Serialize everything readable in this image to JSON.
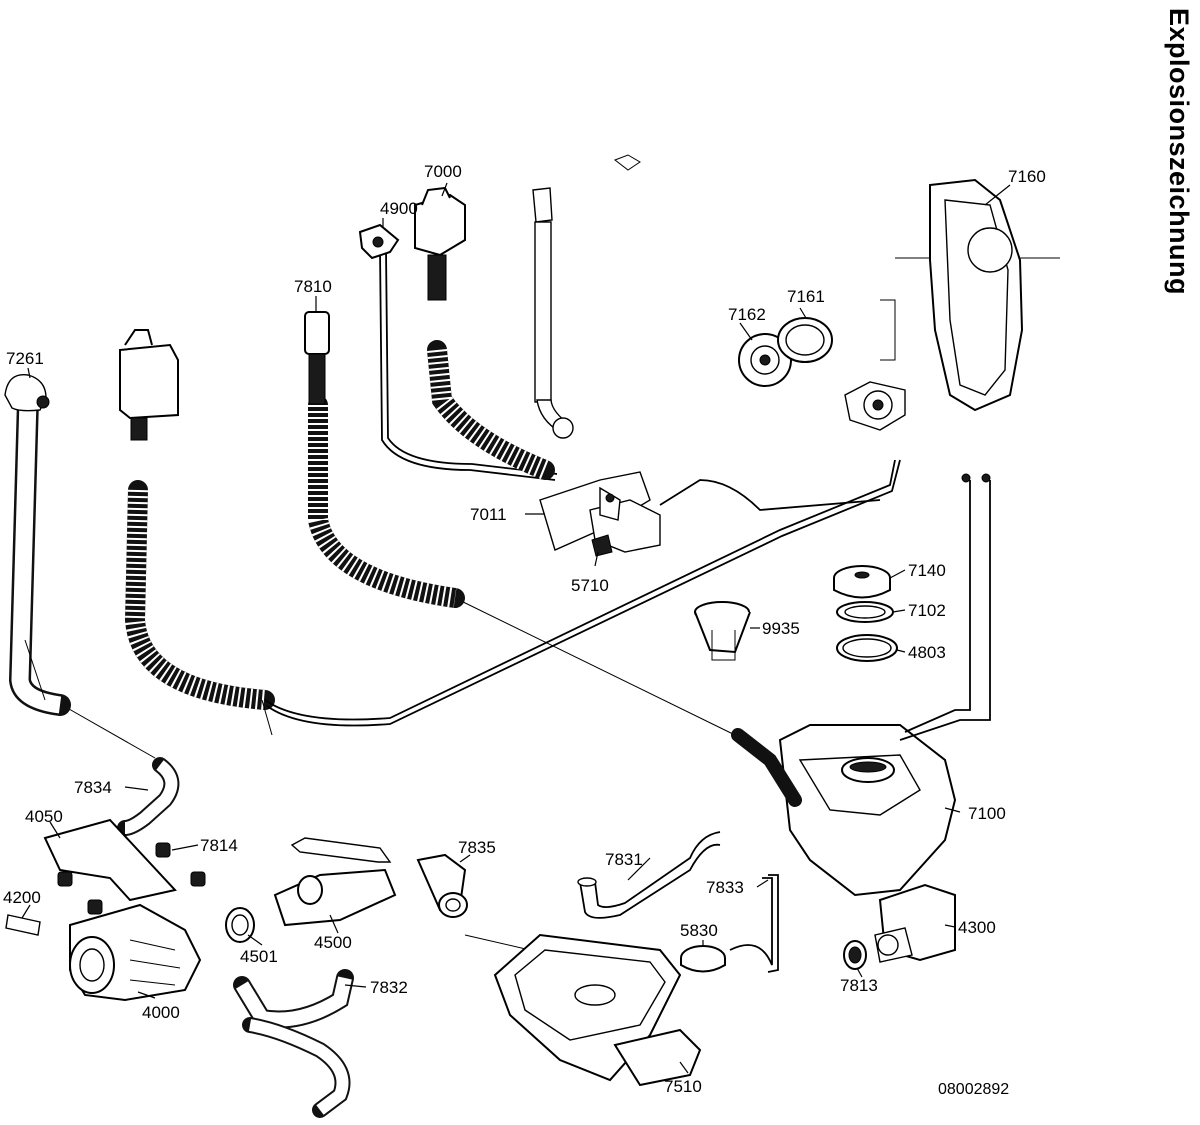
{
  "title": "Explosionszeichnung",
  "drawing_number": "08002892",
  "parts": {
    "p7261": "7261",
    "p7810": "7810",
    "p4900": "4900",
    "p7000": "7000",
    "p7160": "7160",
    "p7162": "7162",
    "p7161": "7161",
    "p7011": "7011",
    "p5710": "5710",
    "p7140": "7140",
    "p7102": "7102",
    "p9935": "9935",
    "p4803": "4803",
    "p7834": "7834",
    "p4050": "4050",
    "p7814": "7814",
    "p7835": "7835",
    "p4200": "4200",
    "p4501": "4501",
    "p4500": "4500",
    "p7831": "7831",
    "p7833": "7833",
    "p7100": "7100",
    "p5830": "5830",
    "p4300": "4300",
    "p4000": "4000",
    "p7832": "7832",
    "p7813": "7813",
    "p7510": "7510"
  }
}
